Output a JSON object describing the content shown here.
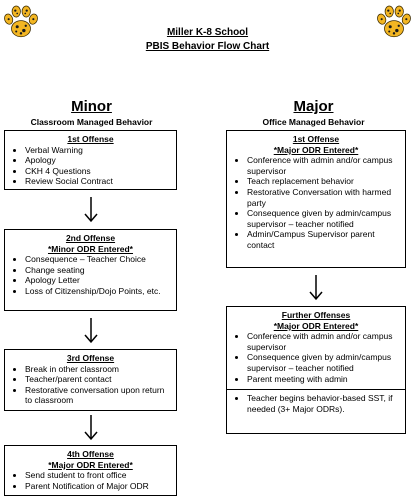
{
  "header": {
    "school": "Miller K-8 School",
    "chart_title": "PBIS Behavior Flow Chart"
  },
  "minor": {
    "heading": "Minor",
    "subheading": "Classroom Managed Behavior",
    "boxes": [
      {
        "title": "1st Offense",
        "subtitle": "",
        "items": [
          "Verbal Warning",
          "Apology",
          "CKH 4 Questions",
          "Review Social Contract"
        ]
      },
      {
        "title": "2nd Offense",
        "subtitle": "*Minor ODR Entered*",
        "items": [
          "Consequence – Teacher Choice",
          "Change seating",
          "Apology Letter",
          "Loss of Citizenship/Dojo Points, etc."
        ]
      },
      {
        "title": "3rd Offense",
        "subtitle": "",
        "items": [
          "Break in other classroom",
          "Teacher/parent contact",
          "Restorative conversation upon return to classroom"
        ]
      },
      {
        "title": "4th Offense",
        "subtitle": "*Major ODR Entered*",
        "items": [
          "Send student to front office",
          "Parent Notification of Major ODR"
        ]
      }
    ]
  },
  "major": {
    "heading": "Major",
    "subheading": "Office Managed Behavior",
    "boxes": [
      {
        "title": "1st Offense",
        "subtitle": "*Major ODR Entered*",
        "items": [
          "Conference with admin and/or campus supervisor",
          "Teach replacement behavior",
          "Restorative Conversation with harmed party",
          "Consequence given by admin/campus supervisor – teacher notified",
          "Admin/Campus Supervisor parent contact"
        ]
      },
      {
        "title": "Further Offenses",
        "subtitle": "*Major ODR Entered*",
        "items": [
          "Conference with admin and/or campus supervisor",
          "Consequence given by admin/campus supervisor – teacher notified",
          "Parent meeting with admin"
        ],
        "extra_items": [
          "Teacher begins behavior-based SST, if needed (3+ Major ODRs)."
        ]
      }
    ]
  },
  "colors": {
    "paw_fill": "#f3b623",
    "paw_spots": "#1a1a1a",
    "border": "#000000"
  },
  "icons": {
    "left": "paw-print-icon",
    "right": "paw-print-icon"
  }
}
